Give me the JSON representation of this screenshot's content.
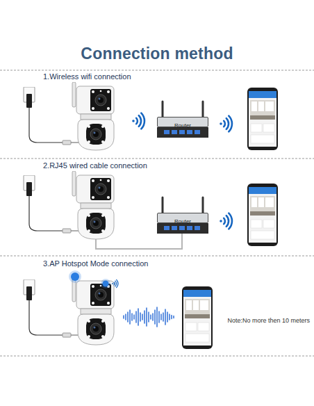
{
  "diagram": {
    "title": "Connection method",
    "nodes": [
      {
        "text": [
          "Router"
        ]
      },
      {
        "text": [
          "Router"
        ]
      }
    ],
    "labels": [
      "1.Wireless wifi connection",
      "2.RJ45 wired cable connection",
      "3.AP Hotspot Mode connection",
      "Note:No more then 10 meters"
    ]
  }
}
